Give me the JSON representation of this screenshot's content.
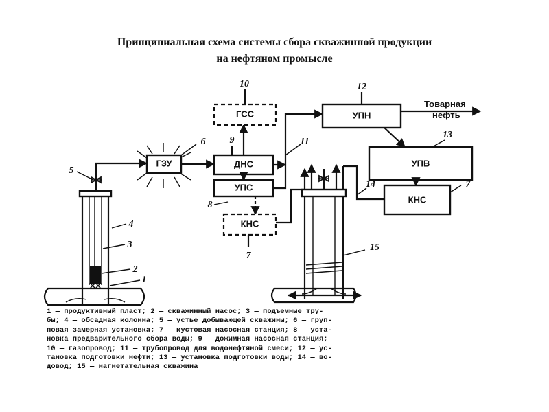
{
  "title": {
    "line1": "Принципиальная схема системы сбора скважинной продукции",
    "line2": "на нефтяном промысле"
  },
  "diagram": {
    "units": {
      "gss": "ГСС",
      "upn": "УПН",
      "gzu": "ГЗУ",
      "dns": "ДНС",
      "ups": "УПС",
      "upv": "УПВ",
      "kns_left": "КНС",
      "kns_right": "КНС"
    },
    "product_label": {
      "line1": "Товарная",
      "line2": "нефть"
    },
    "numbers": {
      "n1": "1",
      "n2": "2",
      "n3": "3",
      "n4": "4",
      "n5": "5",
      "n6": "6",
      "n7a": "7",
      "n7b": "7",
      "n8": "8",
      "n9": "9",
      "n10": "10",
      "n11": "11",
      "n12": "12",
      "n13": "13",
      "n14": "14",
      "n15": "15"
    }
  },
  "legend": {
    "line1": "1 — продуктивный пласт; 2 — скважинный насос; 3 — подъемные тру-",
    "line2": "бы; 4 — обсадная колонна; 5 — устье добывающей скважины; 6 — груп-",
    "line3": "повая замерная установка; 7 — кустовая насосная станция; 8 — уста-",
    "line4": "новка предварительного сбора воды; 9 — дожимная насосная станция;",
    "line5": "10 — газопровод; 11 — трубопровод для водонефтяной смеси; 12 — ус-",
    "line6": "тановка подготовки нефти; 13 — установка подготовки воды; 14 — во-",
    "line7": "довод; 15 — нагнетательная скважина"
  }
}
